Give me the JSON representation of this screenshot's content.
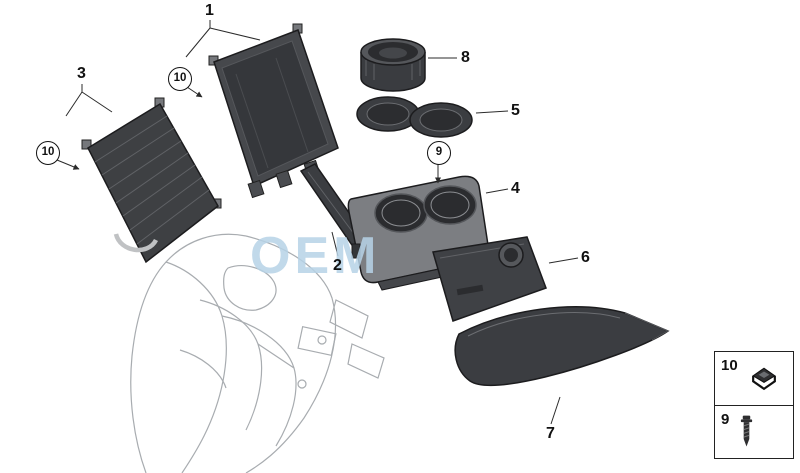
{
  "diagram": {
    "watermark": "OEM",
    "callouts": [
      {
        "id": "1",
        "label": "1",
        "circled": false
      },
      {
        "id": "2",
        "label": "2",
        "circled": false
      },
      {
        "id": "3",
        "label": "3",
        "circled": false
      },
      {
        "id": "4",
        "label": "4",
        "circled": false
      },
      {
        "id": "5",
        "label": "5",
        "circled": false
      },
      {
        "id": "6",
        "label": "6",
        "circled": false
      },
      {
        "id": "7",
        "label": "7",
        "circled": false
      },
      {
        "id": "8",
        "label": "8",
        "circled": false
      },
      {
        "id": "9",
        "label": "9",
        "circled": true
      },
      {
        "id": "10-upper",
        "label": "10",
        "circled": true
      },
      {
        "id": "10-left",
        "label": "10",
        "circled": true
      }
    ],
    "legend": {
      "items": [
        {
          "label": "10",
          "icon": "clip-icon"
        },
        {
          "label": "9",
          "icon": "screw-icon"
        }
      ]
    },
    "colors": {
      "part_dark": "#3e4043",
      "console_line_art": "#a8acb0",
      "watermark_blue": "#b7d3e7",
      "callout_ink": "#111111"
    }
  }
}
